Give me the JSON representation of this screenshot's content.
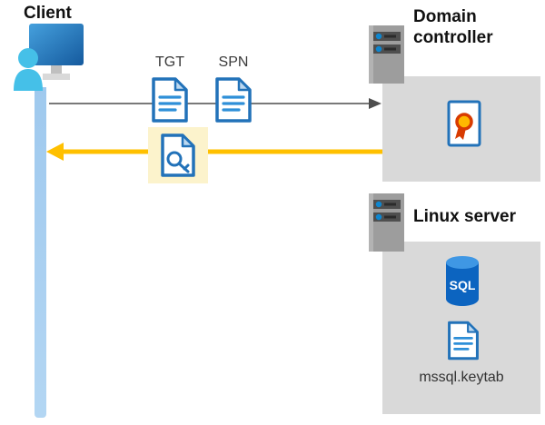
{
  "nodes": {
    "client": {
      "label": "Client"
    },
    "domain_controller": {
      "label": "Domain controller"
    },
    "linux_server": {
      "label": "Linux server"
    }
  },
  "flow": {
    "tgt_label": "TGT",
    "spn_label": "SPN"
  },
  "labels": {
    "sql": "SQL",
    "keytab_file": "mssql.keytab"
  },
  "icons": {
    "client": "monitor-with-person-icon",
    "servers": "server-rack-icon",
    "request_tickets": "document-icon",
    "response_ticket": "document-with-key-icon",
    "domain_controller_content": "certificate-icon",
    "linux_content": [
      "sql-database-icon",
      "document-icon"
    ]
  },
  "colors": {
    "accent_blue": "#2272b9",
    "doc_line_blue": "#2e8fd8",
    "person_cyan": "#45c0e8",
    "box_gray": "#d9d9d9",
    "arrow_gray": "#4d4d4d",
    "arrow_yellow": "#ffc000",
    "highlight_yellow_bg": "#fcf3cc",
    "lifeline_blue": "#a6cfef",
    "badge_red": "#d83b01",
    "badge_gold": "#ffb900",
    "sql_blue": "#0c64c0"
  }
}
